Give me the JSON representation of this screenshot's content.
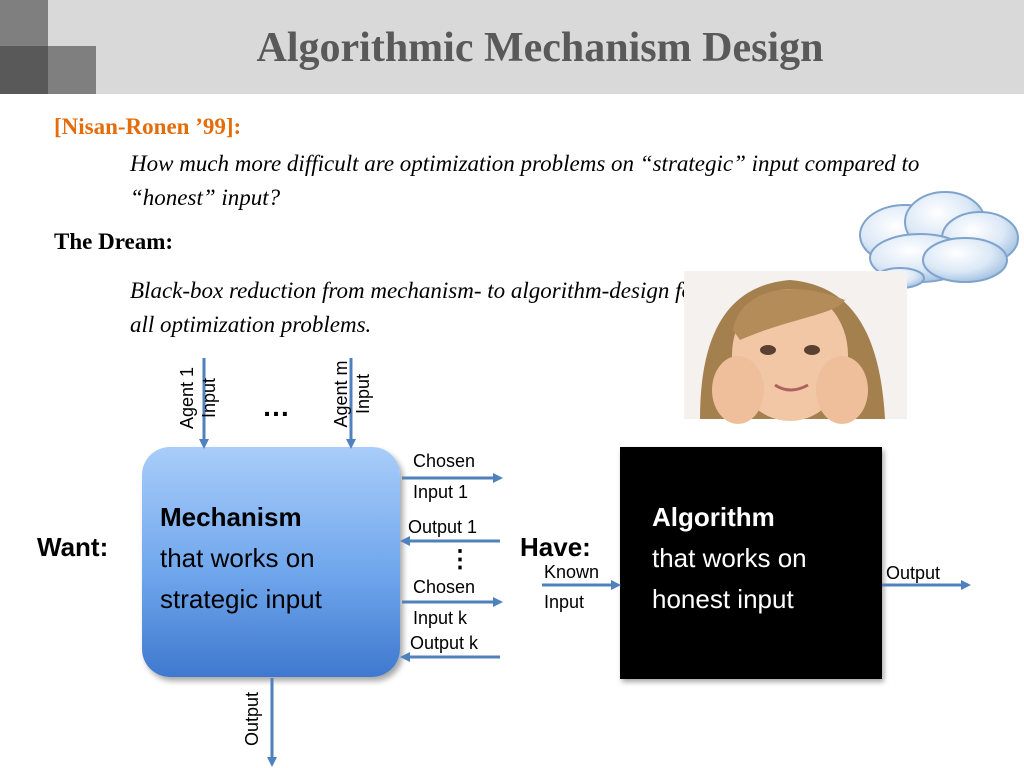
{
  "slide": {
    "title": "Algorithmic Mechanism Design",
    "citation": "[Nisan-Ronen ’99]:",
    "question": "How much more difficult are optimization problems on “strategic” input compared to “honest” input?",
    "dream_label": "The Dream:",
    "dream_text": "Black-box reduction from mechanism- to algorithm-design for all optimization problems."
  },
  "diagram": {
    "want_label": "Want:",
    "have_label": "Have:",
    "mechanism_title": "Mechanism",
    "mechanism_line2": "that works on",
    "mechanism_line3": "strategic input",
    "algorithm_title": "Algorithm",
    "algorithm_line2": "that works on",
    "algorithm_line3": "honest input",
    "agent1_line1": "Agent 1",
    "agent1_line2": "Input",
    "agentm_line1": "Agent m",
    "agentm_line2": "Input",
    "agents_ellipsis": "…",
    "chosen1_line1": "Chosen",
    "chosen1_line2": "Input 1",
    "output1": "Output 1",
    "middle_ellipsis": "⋮",
    "chosenk_line1": "Chosen",
    "chosenk_line2": "Input k",
    "outputk": "Output k",
    "mech_output": "Output",
    "known_line1": "Known",
    "known_line2": "Input",
    "algo_output": "Output"
  },
  "colors": {
    "citation": "#e46c0a",
    "title": "#595959",
    "arrow": "#4f81bd"
  }
}
